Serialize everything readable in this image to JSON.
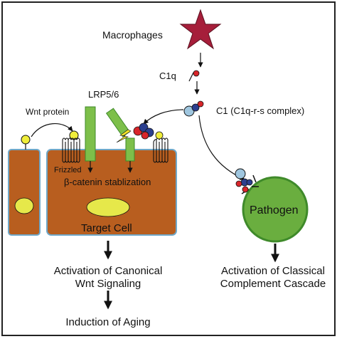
{
  "labels": {
    "macrophages": "Macrophages",
    "c1q": "C1q",
    "c1_complex": "C1 (C1q-r-s complex)",
    "lrp": "LRP5/6",
    "wnt_protein": "Wnt protein",
    "frizzled": "Frizzled",
    "beta_catenin": "β-catenin stablization",
    "target_cell": "Target Cell",
    "pathogen": "Pathogen",
    "canonical_line1": "Activation of Canonical",
    "canonical_line2": "Wnt Signaling",
    "aging": "Induction of Aging",
    "classical_line1": "Activation of Classical",
    "classical_line2": "Complement Cascade"
  },
  "colors": {
    "star": "#a61e3a",
    "cell": "#b85e1f",
    "cell_stroke": "#6fa8c9",
    "nucleus": "#e6e84a",
    "lrp": "#7dbf4a",
    "pathogen": "#6aae3f",
    "pathogen_stroke": "#3f8a2a",
    "red": "#d8262a",
    "blue": "#2b3f8f",
    "lightblue": "#9fc6df",
    "wnt": "#f0ee3a"
  }
}
